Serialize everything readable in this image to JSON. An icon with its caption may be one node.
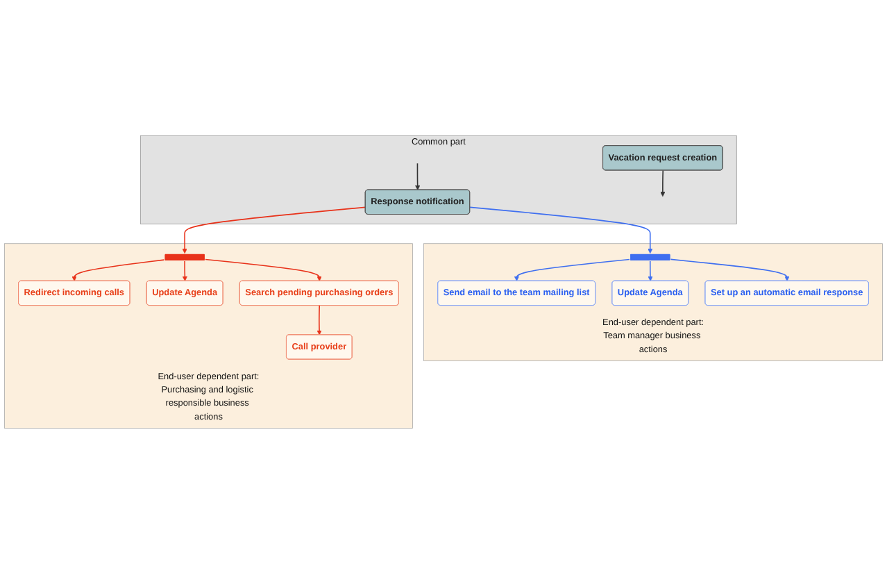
{
  "diagram": {
    "nodes": [
      {
        "text": [
          "Common part"
        ]
      },
      {
        "text": [
          "Vacation request creation"
        ],
        "in": 0
      },
      {
        "text": [
          "Response notification"
        ],
        "in": 0
      },
      {
        "text": [
          "End-user dependent part:",
          "Team manager business actions"
        ]
      },
      {
        "text": [],
        "shape": "bar",
        "in": 3
      },
      {
        "text": [
          "Send email to the team mailing list"
        ],
        "in": 3
      },
      {
        "text": [
          "Update Agenda"
        ],
        "in": 3
      },
      {
        "text": [
          "Set up an automatic email response"
        ],
        "in": 3
      },
      {
        "text": [
          "End-user dependent part:",
          "Purchasing and logistic responsible business actions"
        ]
      },
      {
        "text": [],
        "shape": "bar",
        "in": 8
      },
      {
        "text": [
          "Redirect incoming calls"
        ],
        "in": 8
      },
      {
        "text": [
          "Update Agenda"
        ],
        "in": 8
      },
      {
        "text": [
          "Search pending purchasing orders"
        ],
        "in": 8
      },
      {
        "text": [
          "Call provider"
        ],
        "in": 8
      }
    ],
    "edges": [
      {
        "from": 1,
        "to": null,
        "arrow": "to",
        "color": "#333333"
      },
      {
        "from": null,
        "to": 2,
        "arrow": "to",
        "color": "#333333"
      },
      {
        "from": 2,
        "to": 4,
        "arrow": "to",
        "color": "#3f6ff0"
      },
      {
        "from": 4,
        "to": 5,
        "arrow": "to",
        "color": "#3f6ff0"
      },
      {
        "from": 4,
        "to": 7,
        "arrow": "to",
        "color": "#3f6ff0"
      },
      {
        "from": 4,
        "to": 6,
        "arrow": "to",
        "color": "#3f6ff0"
      },
      {
        "from": 2,
        "to": 9,
        "arrow": "to"
      },
      {
        "from": 9,
        "to": 10,
        "arrow": "to"
      },
      {
        "from": 9,
        "to": 11,
        "arrow": "to"
      },
      {
        "from": 9,
        "to": 12,
        "arrow": "to"
      },
      {
        "from": 12,
        "to": 13,
        "arrow": "to"
      }
    ]
  }
}
